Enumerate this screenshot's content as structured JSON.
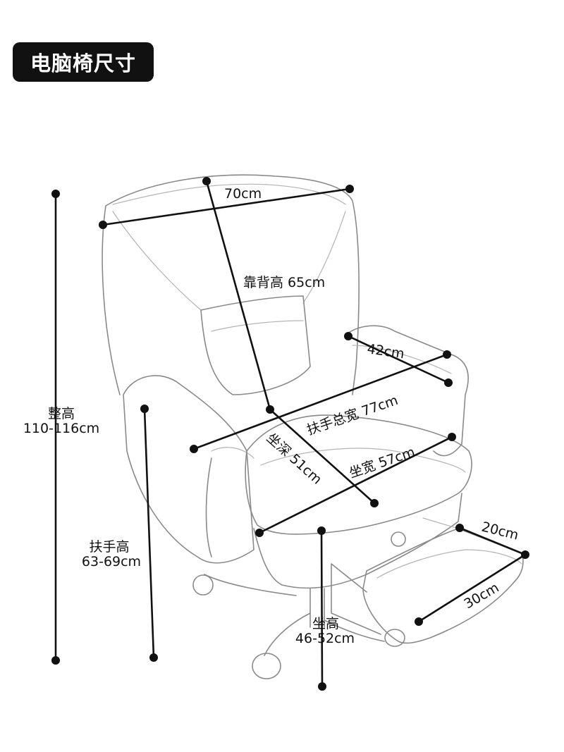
{
  "title": "电脑椅尺寸",
  "labels": {
    "width": "70cm",
    "back_height": "靠背高 65cm",
    "armrest_length": "42cm",
    "armrest_total_width": "扶手总宽 77cm",
    "seat_depth": "坐深 51cm",
    "seat_width": "坐宽 57cm",
    "total_height_title": "整高",
    "total_height_value": "110-116cm",
    "armrest_height_title": "扶手高",
    "armrest_height_value": "63-69cm",
    "footrest_width": "20cm",
    "footrest_length": "30cm",
    "seat_height_title": "坐高",
    "seat_height_value": "46-52cm"
  }
}
